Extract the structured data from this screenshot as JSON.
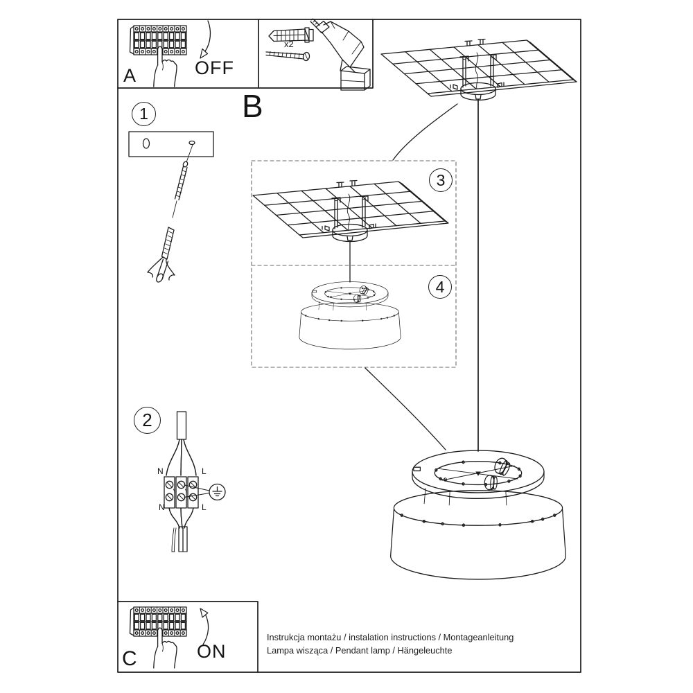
{
  "page": {
    "background": "#ffffff",
    "line_color": "#1c1c1c"
  },
  "sections": {
    "a": {
      "label": "A",
      "state": "OFF"
    },
    "b": {
      "label": "B"
    },
    "c": {
      "label": "C",
      "state": "ON"
    },
    "tools": {
      "screw_qty": "x2"
    }
  },
  "steps": {
    "s1": "1",
    "s2": "2",
    "s3": "3",
    "s4": "4"
  },
  "wiring": {
    "top_left": "N",
    "top_right": "L",
    "bottom_left": "N",
    "bottom_right": "L"
  },
  "footer": {
    "line1": "Instrukcja montażu / instalation instructions / Montageanleitung",
    "line2": "Lampa wisząca / Pendant lamp / Hängeleuchte"
  }
}
